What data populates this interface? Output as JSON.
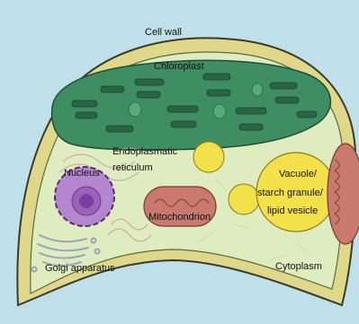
{
  "diagram": {
    "labels": {
      "cell_wall": "Cell wall",
      "chloroplast": "Chloroplast",
      "er_line1": "Endoplasmatic",
      "er_line2": "reticulum",
      "nucleus": "Nucleus",
      "mitochondrion": "Mitochondrion",
      "vacuole_line1": "Vacuole/",
      "vacuole_line2": "starch granule/",
      "vacuole_line3": "lipid vesicle",
      "golgi": "Golgi apparatus",
      "cytoplasm": "Cytoplasm"
    },
    "colors": {
      "background": "#bfe0e8",
      "cell_wall": "#dfd88a",
      "cell_wall_outline": "#3a3a2a",
      "cytoplasm": "#dfecc0",
      "chloroplast": "#3f8e63",
      "chloroplast_dark": "#2a6548",
      "nucleus": "#b486cf",
      "nucleolus": "#7b3f9e",
      "mitochondrion": "#c9796e",
      "vacuole": "#f2e14a",
      "golgi": "#9aa6b8"
    }
  }
}
